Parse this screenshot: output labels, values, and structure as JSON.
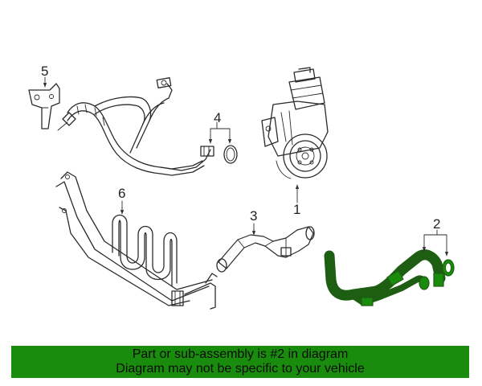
{
  "diagram": {
    "callouts": {
      "part1": "1",
      "part2": "2",
      "part3": "3",
      "part4": "4",
      "part5": "5",
      "part6": "6"
    },
    "highlight_color": "#1a8c0d",
    "highlighted_part": "2"
  },
  "caption": {
    "line1": "Part or sub-assembly is #2 in diagram",
    "line2": "Diagram may not be specific to your vehicle"
  }
}
